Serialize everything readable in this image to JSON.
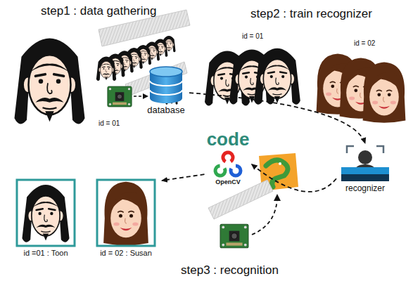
{
  "diagram": {
    "nodes": [
      {
        "text": [
          "database"
        ]
      },
      {
        "text": [
          "recognizer"
        ]
      },
      {
        "text": [
          "code",
          "OpenCV"
        ]
      },
      {
        "text": [
          "id =01 : Toon"
        ]
      },
      {
        "text": [
          "id = 02 : Susan"
        ]
      }
    ],
    "edges": [
      {
        "from": 0,
        "to": 1,
        "arrow": "to"
      },
      {
        "from": 1,
        "to": 2,
        "arrow": "to"
      },
      {
        "from": 2,
        "to": 4,
        "arrow": "to"
      }
    ],
    "labels": [
      "step1 : data gathering",
      "step2 : train recognizer",
      "id = 01",
      "id = 01",
      "id = 02",
      "step3 : recognition"
    ]
  }
}
